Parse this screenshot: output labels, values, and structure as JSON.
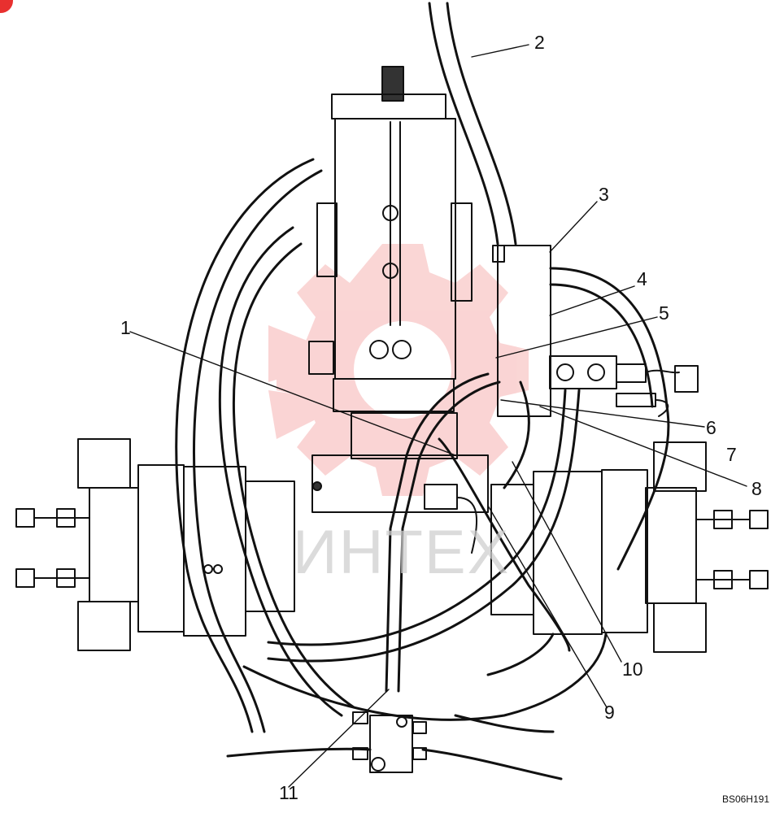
{
  "callouts": {
    "c1": "1",
    "c2": "2",
    "c3": "3",
    "c4": "4",
    "c5": "5",
    "c6": "6",
    "c7": "7",
    "c8": "8",
    "c9": "9",
    "c10": "10",
    "c11": "11"
  },
  "doc_code": "BS06H191",
  "watermark": {
    "text": "ИНТЕХ",
    "color": "#e8302f"
  },
  "colors": {
    "line": "#111111",
    "background": "#ffffff",
    "corner_badge": "#e8302f"
  }
}
